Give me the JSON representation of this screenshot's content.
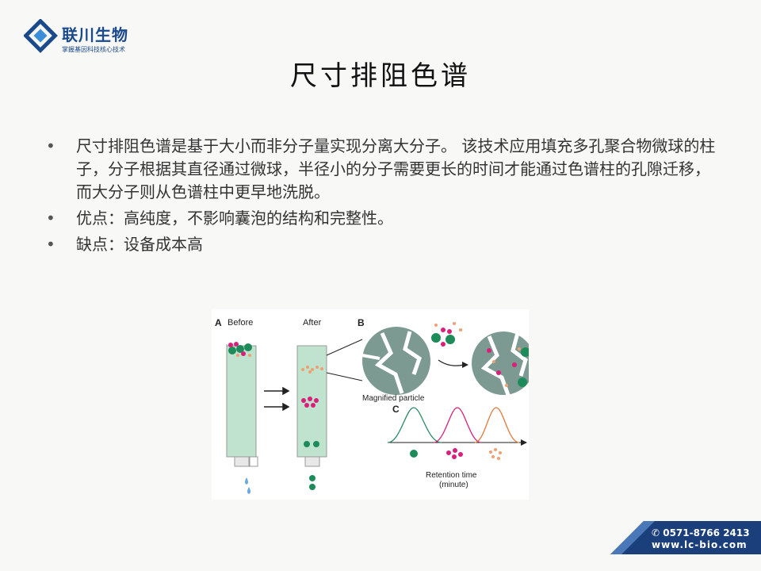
{
  "logo": {
    "title": "联川生物",
    "subtitle": "掌握基因科技核心技术"
  },
  "page_title": "尺寸排阻色谱",
  "bullets": [
    "尺寸排阻色谱是基于大小而非分子量实现分离大分子。 该技术应用填充多孔聚合物微球的柱子，分子根据其直径通过微球，半径小的分子需要更长的时间才能通过色谱柱的孔隙迁移，而大分子则从色谱柱中更早地洗脱。",
    "优点：高纯度，不影响囊泡的结构和完整性。",
    "缺点：设备成本高"
  ],
  "figure": {
    "label_a": "A",
    "label_b": "B",
    "label_c": "C",
    "before": "Before",
    "after": "After",
    "magnified": "Magnified particle",
    "retention_time": "Retention time",
    "minute": "(minute)"
  },
  "footer": {
    "phone": "✆ 0571-8766 2413",
    "website": "www.lc-bio.com"
  },
  "colors": {
    "brand_blue": "#1a4a8c",
    "column_green": "#bfe3cf",
    "bead_green": "#1e8c5a",
    "bead_pink": "#d8207a",
    "bead_orange": "#f0a070"
  }
}
